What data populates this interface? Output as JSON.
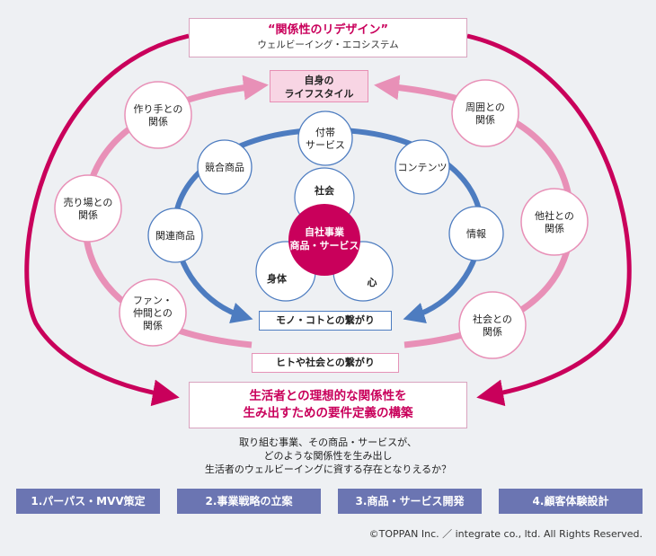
{
  "title": {
    "main": "“関係性のリデザイン”",
    "sub": "ウェルビーイング・エコシステム"
  },
  "center_label": "自身の\nライフスタイル",
  "core": {
    "label": "自社事業\n商品・サービス",
    "society": "社会",
    "body": "身体",
    "mind": "心"
  },
  "inner_ring": [
    "付帯\nサービス",
    "コンテンツ",
    "情報",
    "競合商品",
    "関連商品"
  ],
  "outer_ring": [
    "作り手との\n関係",
    "売り場との\n関係",
    "ファン・\n仲間との\n関係",
    "周囲との\n関係",
    "他社との\n関係",
    "社会との\n関係"
  ],
  "mono_label": "モノ・コトとの繋がり",
  "hito_label": "ヒトや社会との繋がり",
  "goal": {
    "line1": "生活者との理想的な関係性を",
    "line2": "生み出すための要件定義の構築"
  },
  "question": {
    "line1": "取り組む事業、その商品・サービスが、",
    "line2": "どのような関係性を生み出し",
    "line3": "生活者のウェルビーイングに資する存在となりえるか？"
  },
  "steps": [
    "1.パーパス・MVV策定",
    "2.事業戦略の立案",
    "3.商品・サービス開発",
    "4.顧客体験設計"
  ],
  "copyright": "©TOPPAN Inc. ／ integrate co., ltd. All Rights Reserved.",
  "colors": {
    "magenta": "#c9005b",
    "pink": "#e890b7",
    "blue": "#4d7cc0",
    "step_bg": "#6b75b2",
    "background": "#eef0f3"
  }
}
